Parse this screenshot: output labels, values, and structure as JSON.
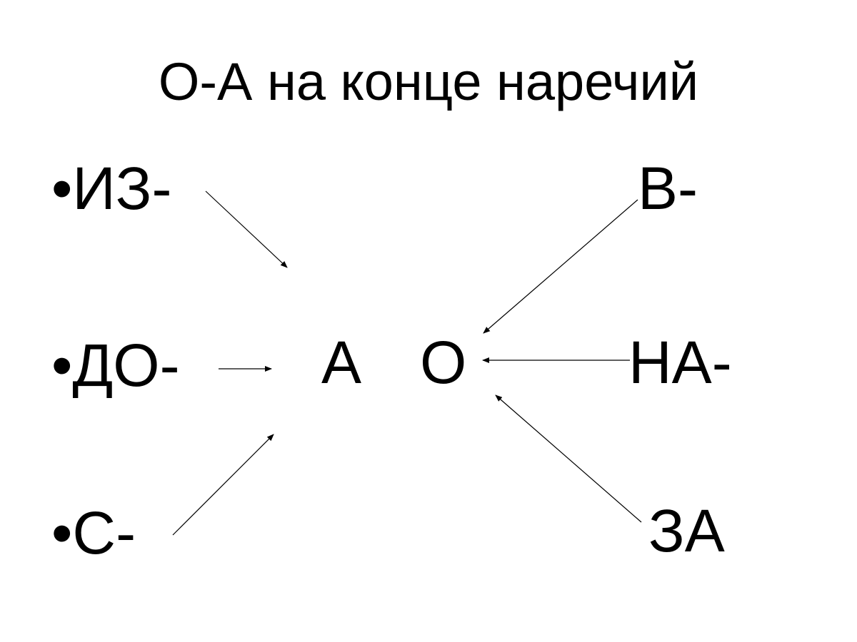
{
  "title": "О-А на конце наречий",
  "left_items": [
    {
      "bullet": "•",
      "label": "ИЗ-"
    },
    {
      "bullet": "•",
      "label": "ДО-"
    },
    {
      "bullet": "•",
      "label": "С-"
    }
  ],
  "center": {
    "a": "А",
    "o": "О"
  },
  "right_items": [
    {
      "label": "В-"
    },
    {
      "label": "НА-"
    },
    {
      "label": "ЗА"
    }
  ]
}
